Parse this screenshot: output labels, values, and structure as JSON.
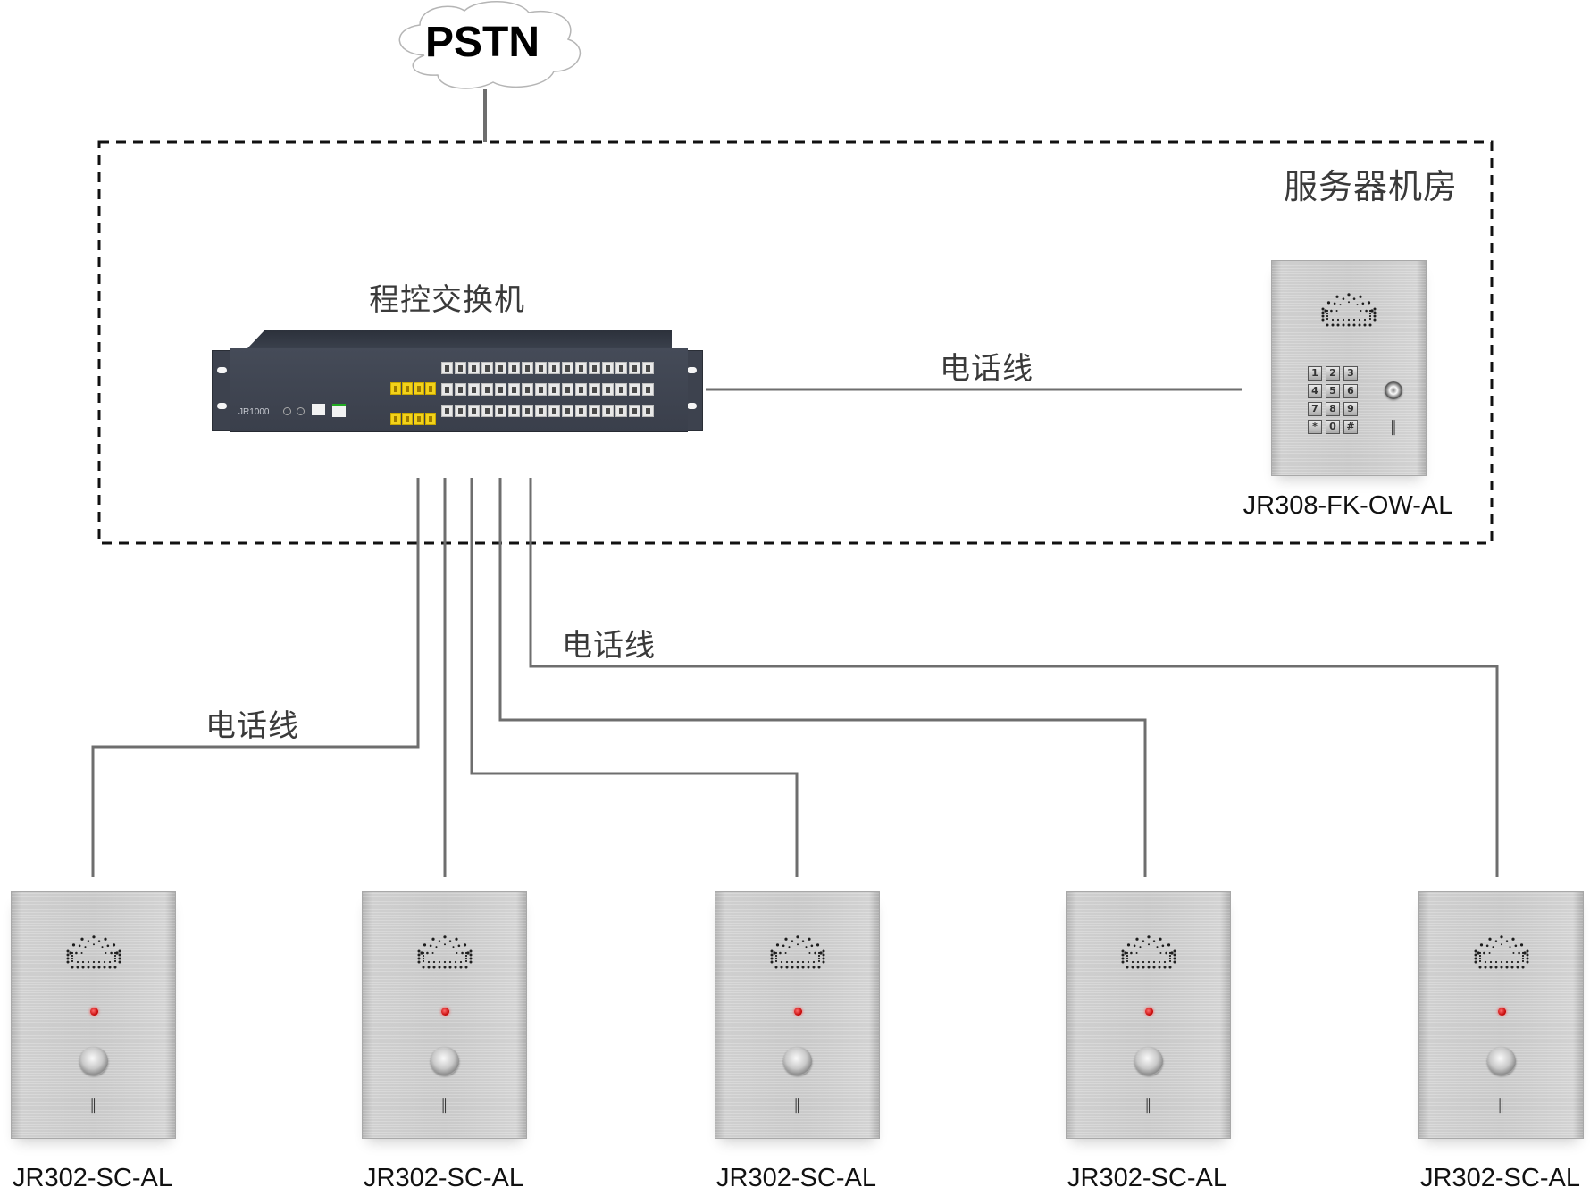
{
  "diagram": {
    "cloud": {
      "label": "PSTN"
    },
    "server_room": {
      "label": "服务器机房"
    },
    "switch": {
      "label": "程控交换机",
      "model_print": "JR1000"
    },
    "wire_labels": {
      "to_keypad_phone": "电话线",
      "to_terminal_1": "电话线",
      "to_terminal_5": "电话线"
    },
    "keypad_phone": {
      "model": "JR308-FK-OW-AL",
      "keys": [
        "1",
        "2",
        "3",
        "4",
        "5",
        "6",
        "7",
        "8",
        "9",
        "*",
        "0",
        "#"
      ]
    },
    "terminals": [
      {
        "model": "JR302-SC-AL"
      },
      {
        "model": "JR302-SC-AL"
      },
      {
        "model": "JR302-SC-AL"
      },
      {
        "model": "JR302-SC-AL"
      },
      {
        "model": "JR302-SC-AL"
      }
    ],
    "colors": {
      "wire": "#6e6e6e",
      "dashed_border": "#111111",
      "switch_body": "#3f4450",
      "co_port": "#f2d21a",
      "led": "#d40000"
    }
  }
}
